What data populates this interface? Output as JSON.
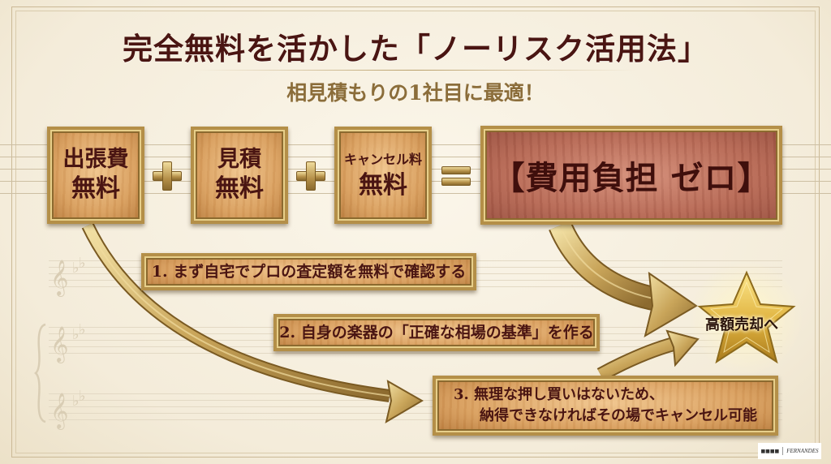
{
  "header": {
    "title": "完全無料を活かした「ノーリスク活用法」",
    "subtitle": "相見積もりの1社目に最適！"
  },
  "equation": {
    "items": [
      {
        "line1": "出張費",
        "line2": "無料"
      },
      {
        "line1": "見積",
        "line2": "無料"
      },
      {
        "line1": "キャンセル料",
        "line2": "無料"
      }
    ],
    "operators": [
      "+",
      "+",
      "="
    ],
    "result": "【費用負担 ゼロ】"
  },
  "steps": [
    {
      "text": "1. まず自宅でプロの査定額を無料で確認する"
    },
    {
      "text": "2. 自身の楽器の「正確な相場の基準」を作る"
    },
    {
      "line1": "3. 無理な押し買いはないため、",
      "line2": "納得できなければその場でキャンセル可能"
    }
  ],
  "goal": {
    "label": "高額売却へ",
    "icon": "star-icon"
  },
  "logo": {
    "company": "■■■■",
    "brand": "FERNANDES"
  },
  "colors": {
    "title": "#4a1512",
    "subtitle": "#8b6d3a",
    "wood": "#d99f5f",
    "result_wood": "#b76a56",
    "gold": "#b48f48",
    "background": "#f6efdf"
  }
}
